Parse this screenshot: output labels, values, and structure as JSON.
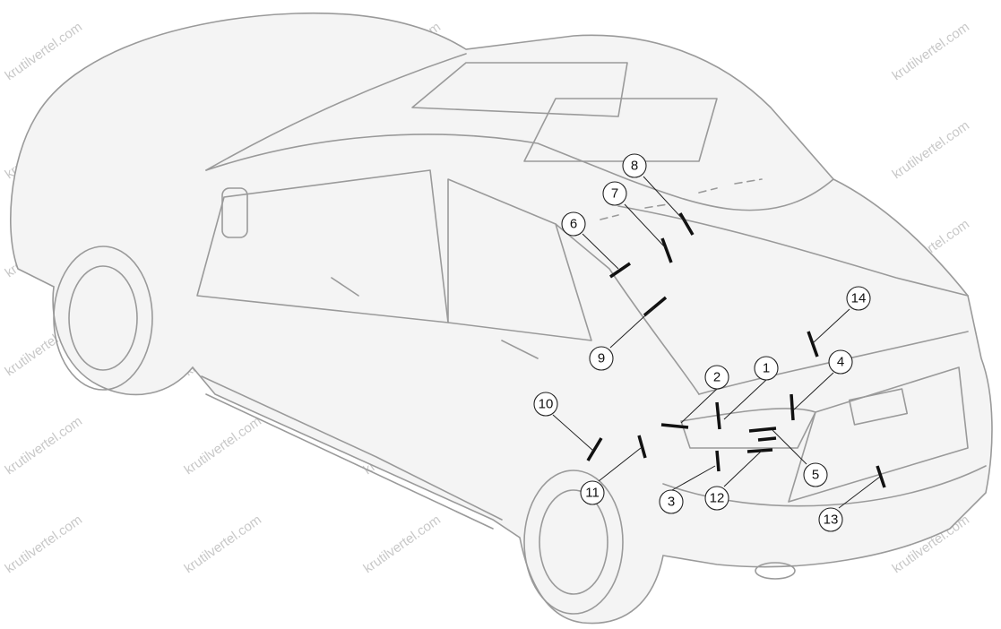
{
  "watermark": "krutilvertel.com",
  "callouts": [
    {
      "label": "1"
    },
    {
      "label": "2"
    },
    {
      "label": "3"
    },
    {
      "label": "4"
    },
    {
      "label": "5"
    },
    {
      "label": "6"
    },
    {
      "label": "7"
    },
    {
      "label": "8"
    },
    {
      "label": "9"
    },
    {
      "label": "10"
    },
    {
      "label": "11"
    },
    {
      "label": "12"
    },
    {
      "label": "13"
    },
    {
      "label": "14"
    }
  ]
}
